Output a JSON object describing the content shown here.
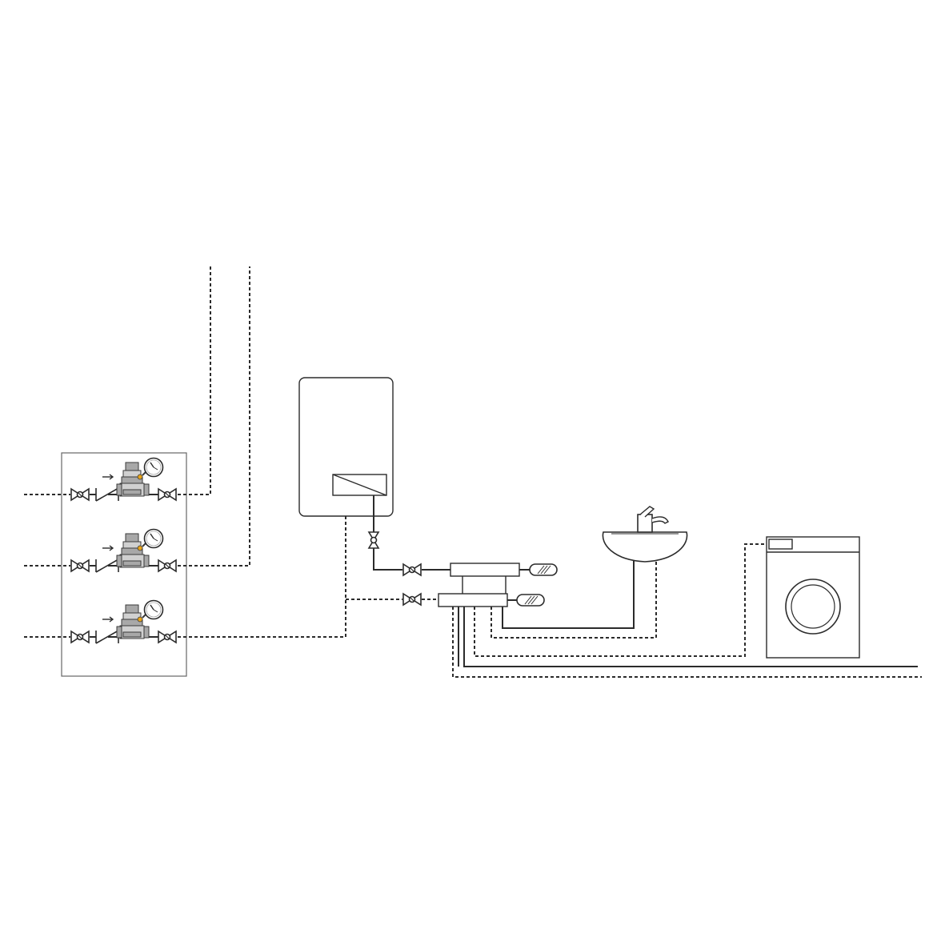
{
  "diagram": {
    "type": "plumbing-schematic",
    "components": [
      "valve-panel",
      "stop-valve-icon",
      "check-valve-icon",
      "pressure-reducer-icon",
      "pressure-gauge-icon",
      "water-heater",
      "mixing-unit",
      "manifold",
      "wash-basin",
      "faucet-icon",
      "washing-machine"
    ],
    "colors": {
      "line": "#2b2b2b",
      "reducer_body": "#a8a8a8",
      "gauge_accent": "#e8a317",
      "panel_border": "#666666"
    }
  }
}
